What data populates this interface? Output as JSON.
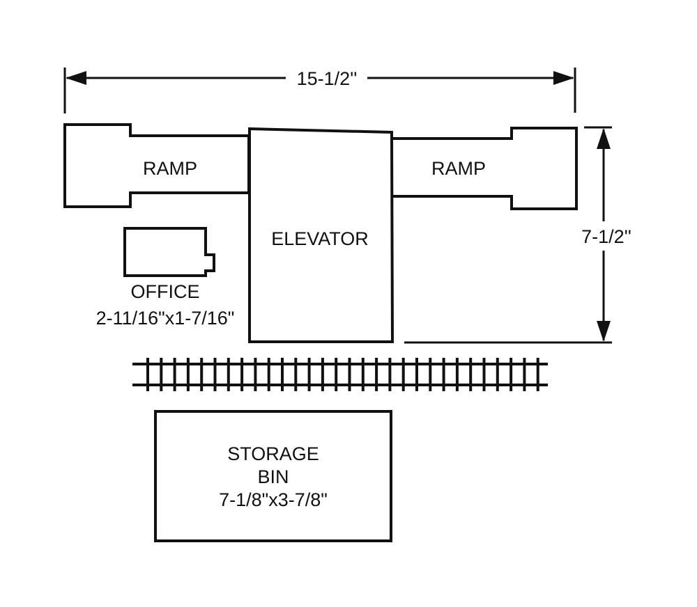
{
  "dimensions": {
    "width_label": "15-1/2''",
    "height_label": "7-1/2''"
  },
  "labels": {
    "ramp_left": "RAMP",
    "ramp_right": "RAMP",
    "elevator": "ELEVATOR",
    "office_name": "OFFICE",
    "office_size": "2-11/16\"x1-7/16\"",
    "storage_name": "STORAGE",
    "storage_name2": "BIN",
    "storage_size": "7-1/8\"x3-7/8\""
  },
  "colors": {
    "ink": "#111111",
    "background": "#ffffff"
  }
}
